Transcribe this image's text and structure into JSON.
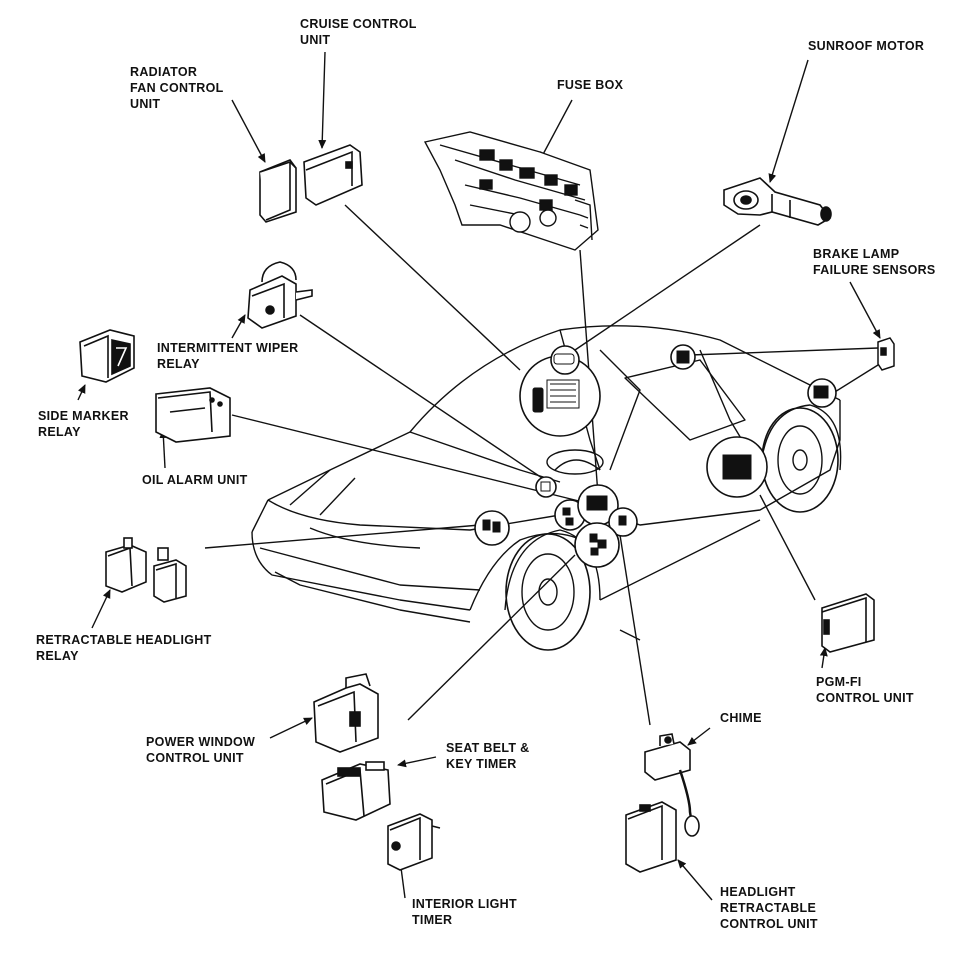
{
  "labels": {
    "cruise_control_unit": [
      "CRUISE CONTROL",
      "UNIT"
    ],
    "radiator_fan_control_unit": [
      "RADIATOR",
      "FAN CONTROL",
      "UNIT"
    ],
    "fuse_box": [
      "FUSE BOX"
    ],
    "sunroof_motor": [
      "SUNROOF MOTOR"
    ],
    "brake_lamp_failure_sensors": [
      "BRAKE  LAMP",
      "FAILURE SENSORS"
    ],
    "intermittent_wiper_relay": [
      "INTERMITTENT WIPER",
      "RELAY"
    ],
    "side_marker_relay": [
      "SIDE MARKER",
      "RELAY"
    ],
    "oil_alarm_unit": [
      "OIL ALARM UNIT"
    ],
    "retractable_headlight_relay": [
      "RETRACTABLE HEADLIGHT",
      "RELAY"
    ],
    "pgm_fi_control_unit": [
      "PGM-FI",
      "CONTROL UNIT"
    ],
    "chime": [
      "CHIME"
    ],
    "power_window_control_unit": [
      "POWER WINDOW",
      "CONTROL UNIT"
    ],
    "seat_belt_key_timer": [
      "SEAT BELT &",
      "KEY TIMER"
    ],
    "interior_light_timer": [
      "INTERIOR  LIGHT",
      "TIMER"
    ],
    "headlight_retractable_control_unit": [
      "HEADLIGHT",
      "RETRACTABLE",
      "CONTROL UNIT"
    ]
  },
  "colors": {
    "ink": "#111111",
    "paper": "#ffffff"
  }
}
